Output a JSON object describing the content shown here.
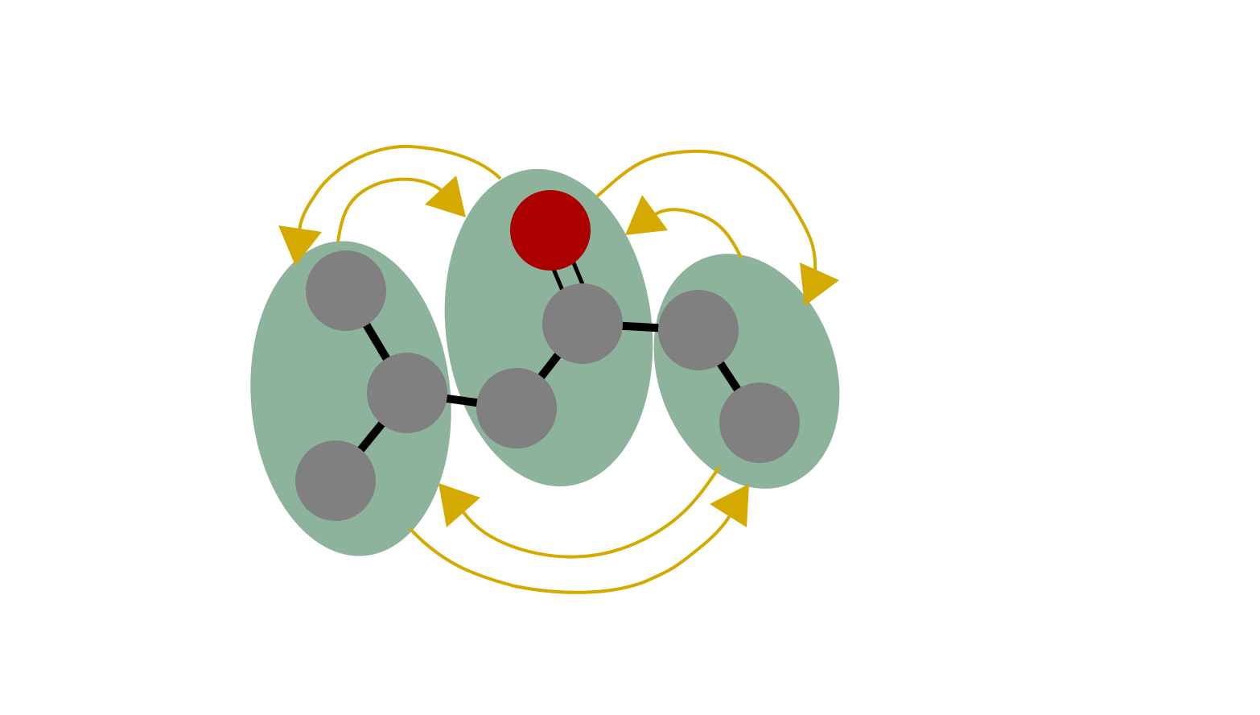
{
  "colors": {
    "background": "#ffffff",
    "group_fill": "#8db39c",
    "carbon_atom": "#808080",
    "oxygen_atom": "#aa0000",
    "bond": "#000000",
    "arrow": "#d4aa00"
  },
  "diagram": {
    "kind": "molecule-fragment-graph",
    "groups": [
      {
        "id": "fragment-left",
        "atoms": [
          "c1",
          "c2",
          "c3"
        ]
      },
      {
        "id": "fragment-middle",
        "atoms": [
          "o1",
          "c5",
          "c4"
        ]
      },
      {
        "id": "fragment-right",
        "atoms": [
          "c6",
          "c7"
        ]
      }
    ],
    "atoms": [
      {
        "id": "c1",
        "element": "C"
      },
      {
        "id": "c2",
        "element": "C"
      },
      {
        "id": "c3",
        "element": "C"
      },
      {
        "id": "c4",
        "element": "C"
      },
      {
        "id": "c5",
        "element": "C"
      },
      {
        "id": "o1",
        "element": "O"
      },
      {
        "id": "c6",
        "element": "C"
      },
      {
        "id": "c7",
        "element": "C"
      }
    ],
    "bonds": [
      {
        "from": "c1",
        "to": "c2",
        "order": 1
      },
      {
        "from": "c2",
        "to": "c3",
        "order": 1
      },
      {
        "from": "c2",
        "to": "c4",
        "order": 1
      },
      {
        "from": "c4",
        "to": "c5",
        "order": 1
      },
      {
        "from": "c5",
        "to": "o1",
        "order": 2
      },
      {
        "from": "c5",
        "to": "c6",
        "order": 1
      },
      {
        "from": "c6",
        "to": "c7",
        "order": 1
      }
    ],
    "arrows": [
      {
        "from": "fragment-left",
        "to": "fragment-middle"
      },
      {
        "from": "fragment-middle",
        "to": "fragment-left"
      },
      {
        "from": "fragment-middle",
        "to": "fragment-right"
      },
      {
        "from": "fragment-right",
        "to": "fragment-middle"
      },
      {
        "from": "fragment-left",
        "to": "fragment-right"
      },
      {
        "from": "fragment-right",
        "to": "fragment-left"
      }
    ]
  }
}
